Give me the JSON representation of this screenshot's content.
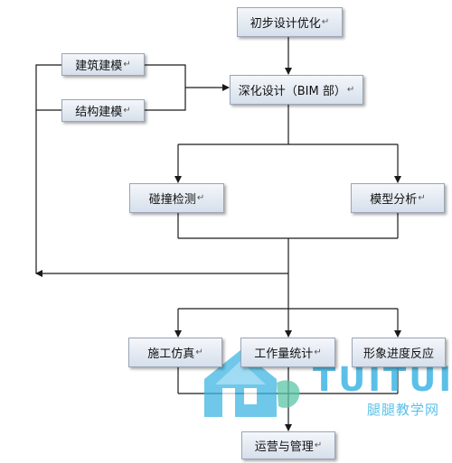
{
  "nodes": {
    "initial_design": "初步设计优化",
    "arch_modeling": "建筑建模",
    "deep_design": "深化设计（BIM 部）",
    "struct_modeling": "结构建模",
    "collision_check": "碰撞检测",
    "form_analysis": "模型分析",
    "construction_sim": "施工仿真",
    "quantity_stats": "工作量统计",
    "progress_response": "形象进度反应",
    "operation_mgmt": "运营与管理"
  },
  "return_mark": "↵",
  "watermark": {
    "brand": "TUITUISO",
    "subtitle": "腿腿教学网"
  },
  "colors": {
    "box_gradient_top": "#f4f7fb",
    "box_gradient_bottom": "#d6dfeb",
    "box_border": "#9aa6b6",
    "connector": "#1a1a1a",
    "watermark": "#3fb6e3"
  }
}
